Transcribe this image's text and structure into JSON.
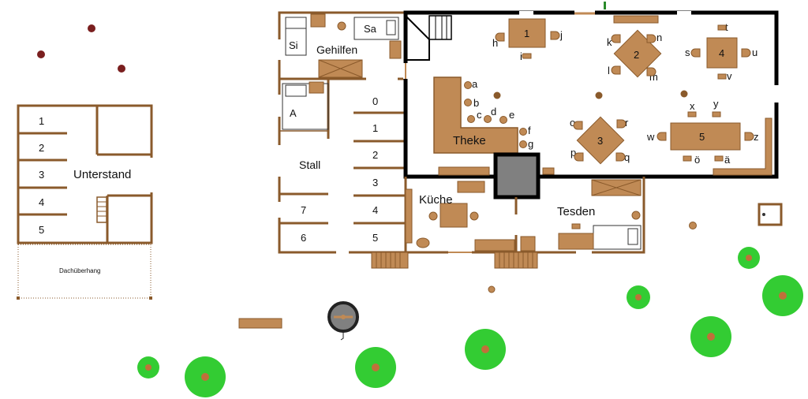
{
  "map": {
    "colors": {
      "wall": "#000000",
      "timber": "#8a5a2b",
      "furniture": "#c08a55",
      "stove": "#808080",
      "tree_fill": "#33cc33",
      "tree_core": "#c0703a",
      "dark_dot": "#7a1f1f"
    },
    "unterstand": {
      "title": "Unterstand",
      "stalls": [
        "1",
        "2",
        "3",
        "4",
        "5"
      ],
      "overhang_label": "Dachüberhang"
    },
    "stable": {
      "gehilfen": "Gehilfen",
      "si": "Si",
      "sa": "Sa",
      "a": "A",
      "stall": "Stall",
      "right_boxes": [
        "0",
        "1",
        "2",
        "3",
        "4",
        "5"
      ],
      "left_boxes": [
        "7",
        "6"
      ]
    },
    "inn": {
      "theke": "Theke",
      "kueche": "Küche",
      "tesden": "Tesden",
      "tables": [
        "1",
        "2",
        "3",
        "4",
        "5"
      ],
      "seats": [
        "a",
        "b",
        "c",
        "d",
        "e",
        "f",
        "g",
        "h",
        "i",
        "j",
        "k",
        "n",
        "l",
        "m",
        "o",
        "r",
        "p",
        "q",
        "s",
        "t",
        "u",
        "v",
        "x",
        "y",
        "w",
        "z",
        "ö",
        "ä"
      ]
    }
  }
}
